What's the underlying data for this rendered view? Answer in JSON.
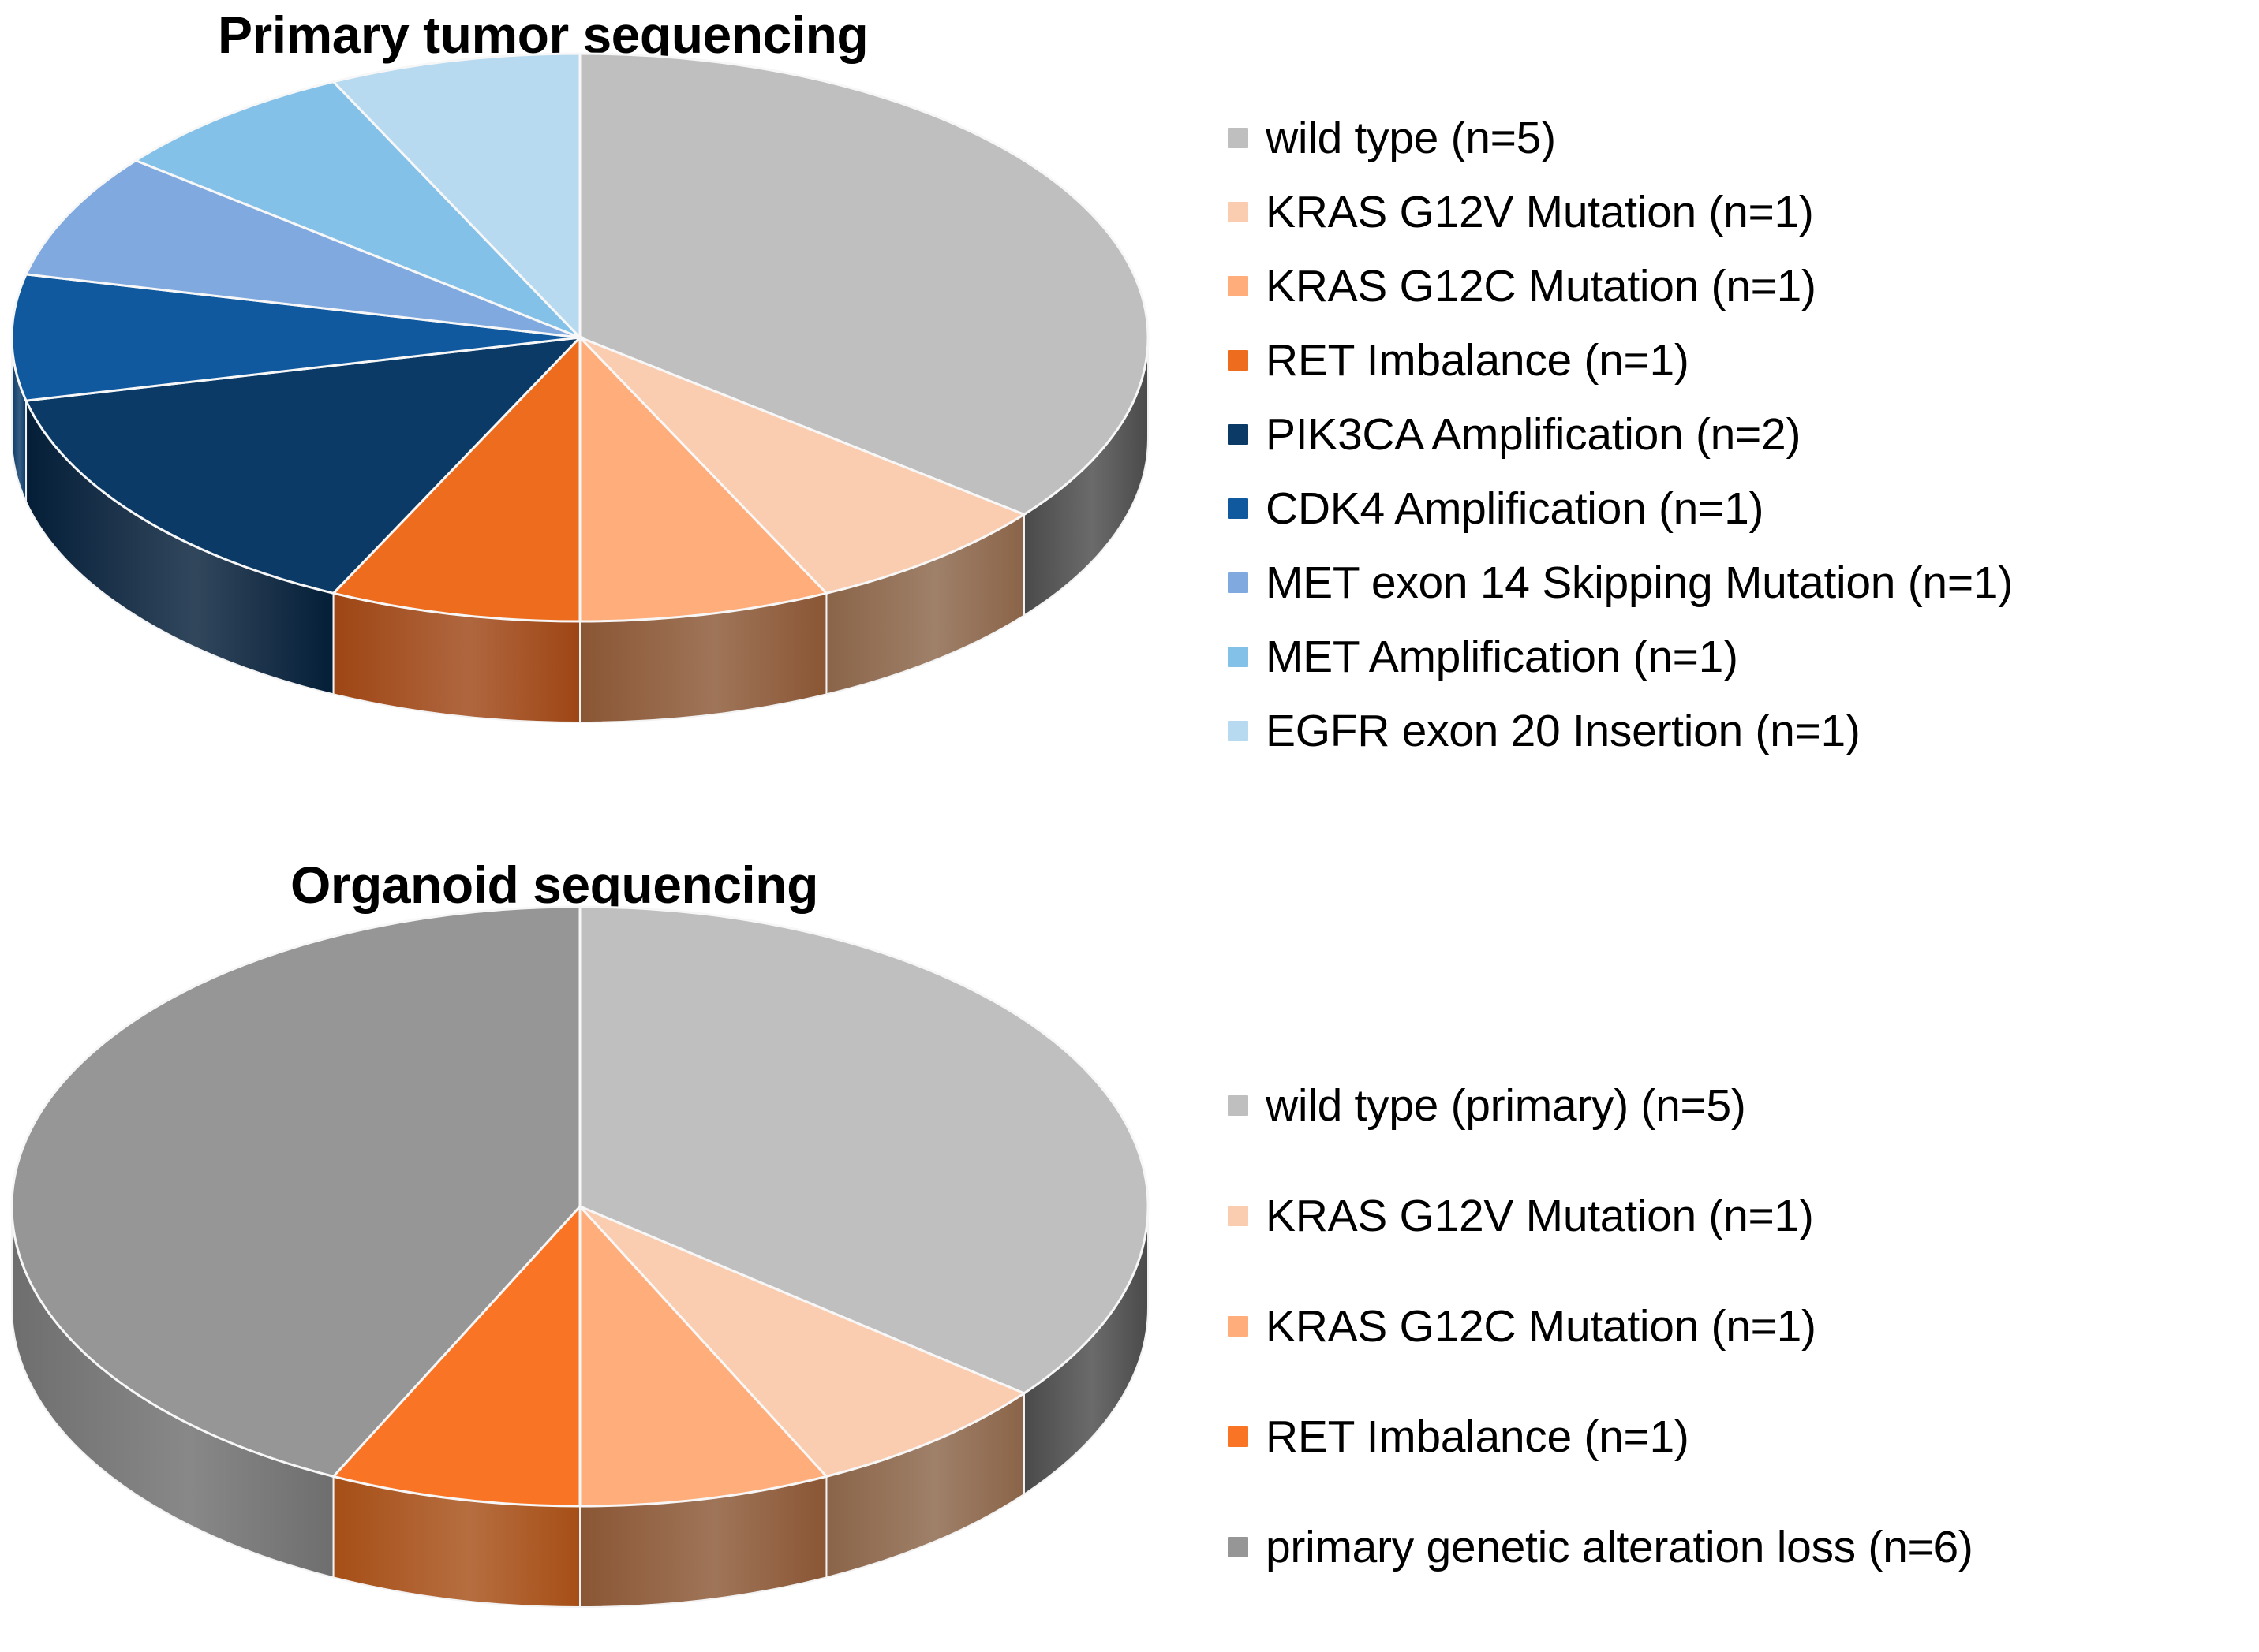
{
  "figure": {
    "background": "#FFFFFF",
    "charts": [
      {
        "id": "primary-tumor-sequencing",
        "title": "Primary tumor sequencing"
      },
      {
        "id": "organoid-sequencing",
        "title": "Organoid sequencing"
      }
    ]
  },
  "chart_data": [
    {
      "type": "pie",
      "title": "Primary tumor sequencing",
      "subtitle": "",
      "xlabel": "",
      "ylabel": "",
      "style": "3d-pie",
      "legend_position": "right",
      "total": 13,
      "start_angle_deg": 0,
      "direction": "clockwise",
      "categories": [
        "wild type (n=5)",
        "KRAS G12V Mutation (n=1)",
        "KRAS G12C Mutation (n=1)",
        "RET Imbalance (n=1)",
        "PIK3CA Amplification (n=2)",
        "CDK4 Amplification (n=1)",
        "MET exon 14 Skipping Mutation (n=1)",
        "MET Amplification (n=1)",
        "EGFR exon 20 Insertion (n=1)"
      ],
      "labels": [
        "wild type",
        "KRAS G12V Mutation",
        "KRAS G12C Mutation",
        "RET Imbalance",
        "PIK3CA Amplification",
        "CDK4 Amplification",
        "MET exon 14 Skipping Mutation",
        "MET Amplification",
        "EGFR exon 20 Insertion"
      ],
      "values": [
        5,
        1,
        1,
        1,
        2,
        1,
        1,
        1,
        1
      ],
      "percentages": [
        38.5,
        7.7,
        7.7,
        7.7,
        15.4,
        7.7,
        7.7,
        7.7,
        7.7
      ],
      "colors": [
        "#BFBFBF",
        "#FBCDB0",
        "#FFAD7A",
        "#ED6C1E",
        "#0B3A66",
        "#10599F",
        "#80A9DF",
        "#84C1E8",
        "#B8DAF0"
      ],
      "side_colors": [
        "#4A4A4A",
        "#8A6448",
        "#8A5634",
        "#9E4514",
        "#041E38",
        "#0A3A68",
        "#4F6E94",
        "#53809B",
        "#7A93A2"
      ]
    },
    {
      "type": "pie",
      "title": "Organoid sequencing",
      "subtitle": "",
      "xlabel": "",
      "ylabel": "",
      "style": "3d-pie",
      "legend_position": "right",
      "total": 14,
      "start_angle_deg": 0,
      "direction": "clockwise",
      "categories": [
        "wild type (primary) (n=5)",
        "KRAS G12V Mutation (n=1)",
        "KRAS G12C Mutation (n=1)",
        "RET Imbalance (n=1)",
        "primary genetic alteration loss (n=6)"
      ],
      "labels": [
        "wild type (primary)",
        "KRAS G12V Mutation",
        "KRAS G12C Mutation",
        "RET Imbalance",
        "primary genetic alteration loss"
      ],
      "values": [
        5,
        1,
        1,
        1,
        6
      ],
      "percentages": [
        35.7,
        7.1,
        7.1,
        7.1,
        42.9
      ],
      "colors": [
        "#BFBFBF",
        "#FBCDB0",
        "#FFAD7A",
        "#FA7426",
        "#969696"
      ],
      "side_colors": [
        "#4A4A4A",
        "#8A6448",
        "#8A5634",
        "#A64E16",
        "#6E6E6E"
      ]
    }
  ],
  "legends": {
    "primary": {
      "items": [
        {
          "label": "wild type (n=5)",
          "color": "#BFBFBF"
        },
        {
          "label": "KRAS G12V Mutation (n=1)",
          "color": "#FBCDB0"
        },
        {
          "label": "KRAS G12C Mutation (n=1)",
          "color": "#FFAD7A"
        },
        {
          "label": "RET Imbalance (n=1)",
          "color": "#ED6C1E"
        },
        {
          "label": "PIK3CA Amplification (n=2)",
          "color": "#0B3A66"
        },
        {
          "label": "CDK4 Amplification (n=1)",
          "color": "#10599F"
        },
        {
          "label": "MET exon 14 Skipping Mutation (n=1)",
          "color": "#80A9DF"
        },
        {
          "label": "MET Amplification (n=1)",
          "color": "#84C1E8"
        },
        {
          "label": "EGFR exon 20 Insertion (n=1)",
          "color": "#B8DAF0"
        }
      ]
    },
    "organoid": {
      "items": [
        {
          "label": "wild type (primary) (n=5)",
          "color": "#BFBFBF"
        },
        {
          "label": "KRAS G12V Mutation (n=1)",
          "color": "#FBCDB0"
        },
        {
          "label": "KRAS G12C Mutation (n=1)",
          "color": "#FFAD7A"
        },
        {
          "label": "RET Imbalance (n=1)",
          "color": "#FA7426"
        },
        {
          "label": "primary genetic alteration loss (n=6)",
          "color": "#969696"
        }
      ]
    }
  }
}
